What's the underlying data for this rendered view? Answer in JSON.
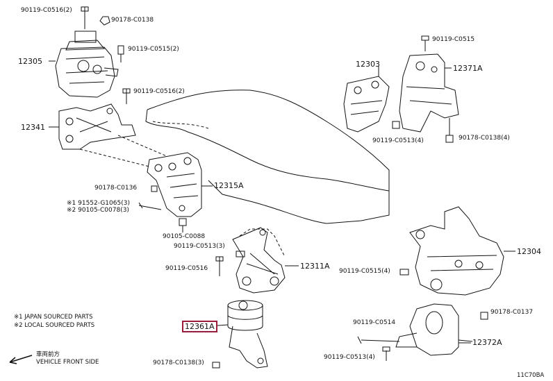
{
  "labels": {
    "p90119_c0516_top": "90119-C0516(2)",
    "p90178_c0138_top": "90178-C0138",
    "p90119_c0515_2": "90119-C0515(2)",
    "p12305": "12305",
    "p90119_c0516_mid": "90119-C0516(2)",
    "p12341": "12341",
    "p90178_c0136": "90178-C0136",
    "p12315a": "12315A",
    "p91552": "※1 91552-G1065(3)",
    "p90105_c0078": "※2 90105-C0078(3)",
    "p90105_c0088": "90105-C0088",
    "p90119_c0513_3": "90119-C0513(3)",
    "p90119_c0516": "90119-C0516",
    "p12311a": "12311A",
    "p12361a": "12361A",
    "p90178_c0138_3": "90178-C0138(3)",
    "p90119_c0515_tr": "90119-C0515",
    "p12303": "12303",
    "p12371a": "12371A",
    "p90119_c0513_4_top": "90119-C0513(4)",
    "p90178_c0138_4": "90178-C0138(4)",
    "p12304": "12304",
    "p90119_c0515_4": "90119-C0515(4)",
    "p90119_c0514": "90119-C0514",
    "p90178_c0137": "90178-C0137",
    "p12372a": "12372A",
    "p90119_c0513_4_bot": "90119-C0513(4)"
  },
  "notes": {
    "japan": "※1 JAPAN SOURCED PARTS",
    "local": "※2 LOCAL SOURCED PARTS",
    "front_jp": "車両前方",
    "front_en": "VEHICLE FRONT SIDE"
  },
  "figure_id": "11C70BA",
  "colors": {
    "highlight": "#9b1b3b",
    "ink": "#111111"
  }
}
